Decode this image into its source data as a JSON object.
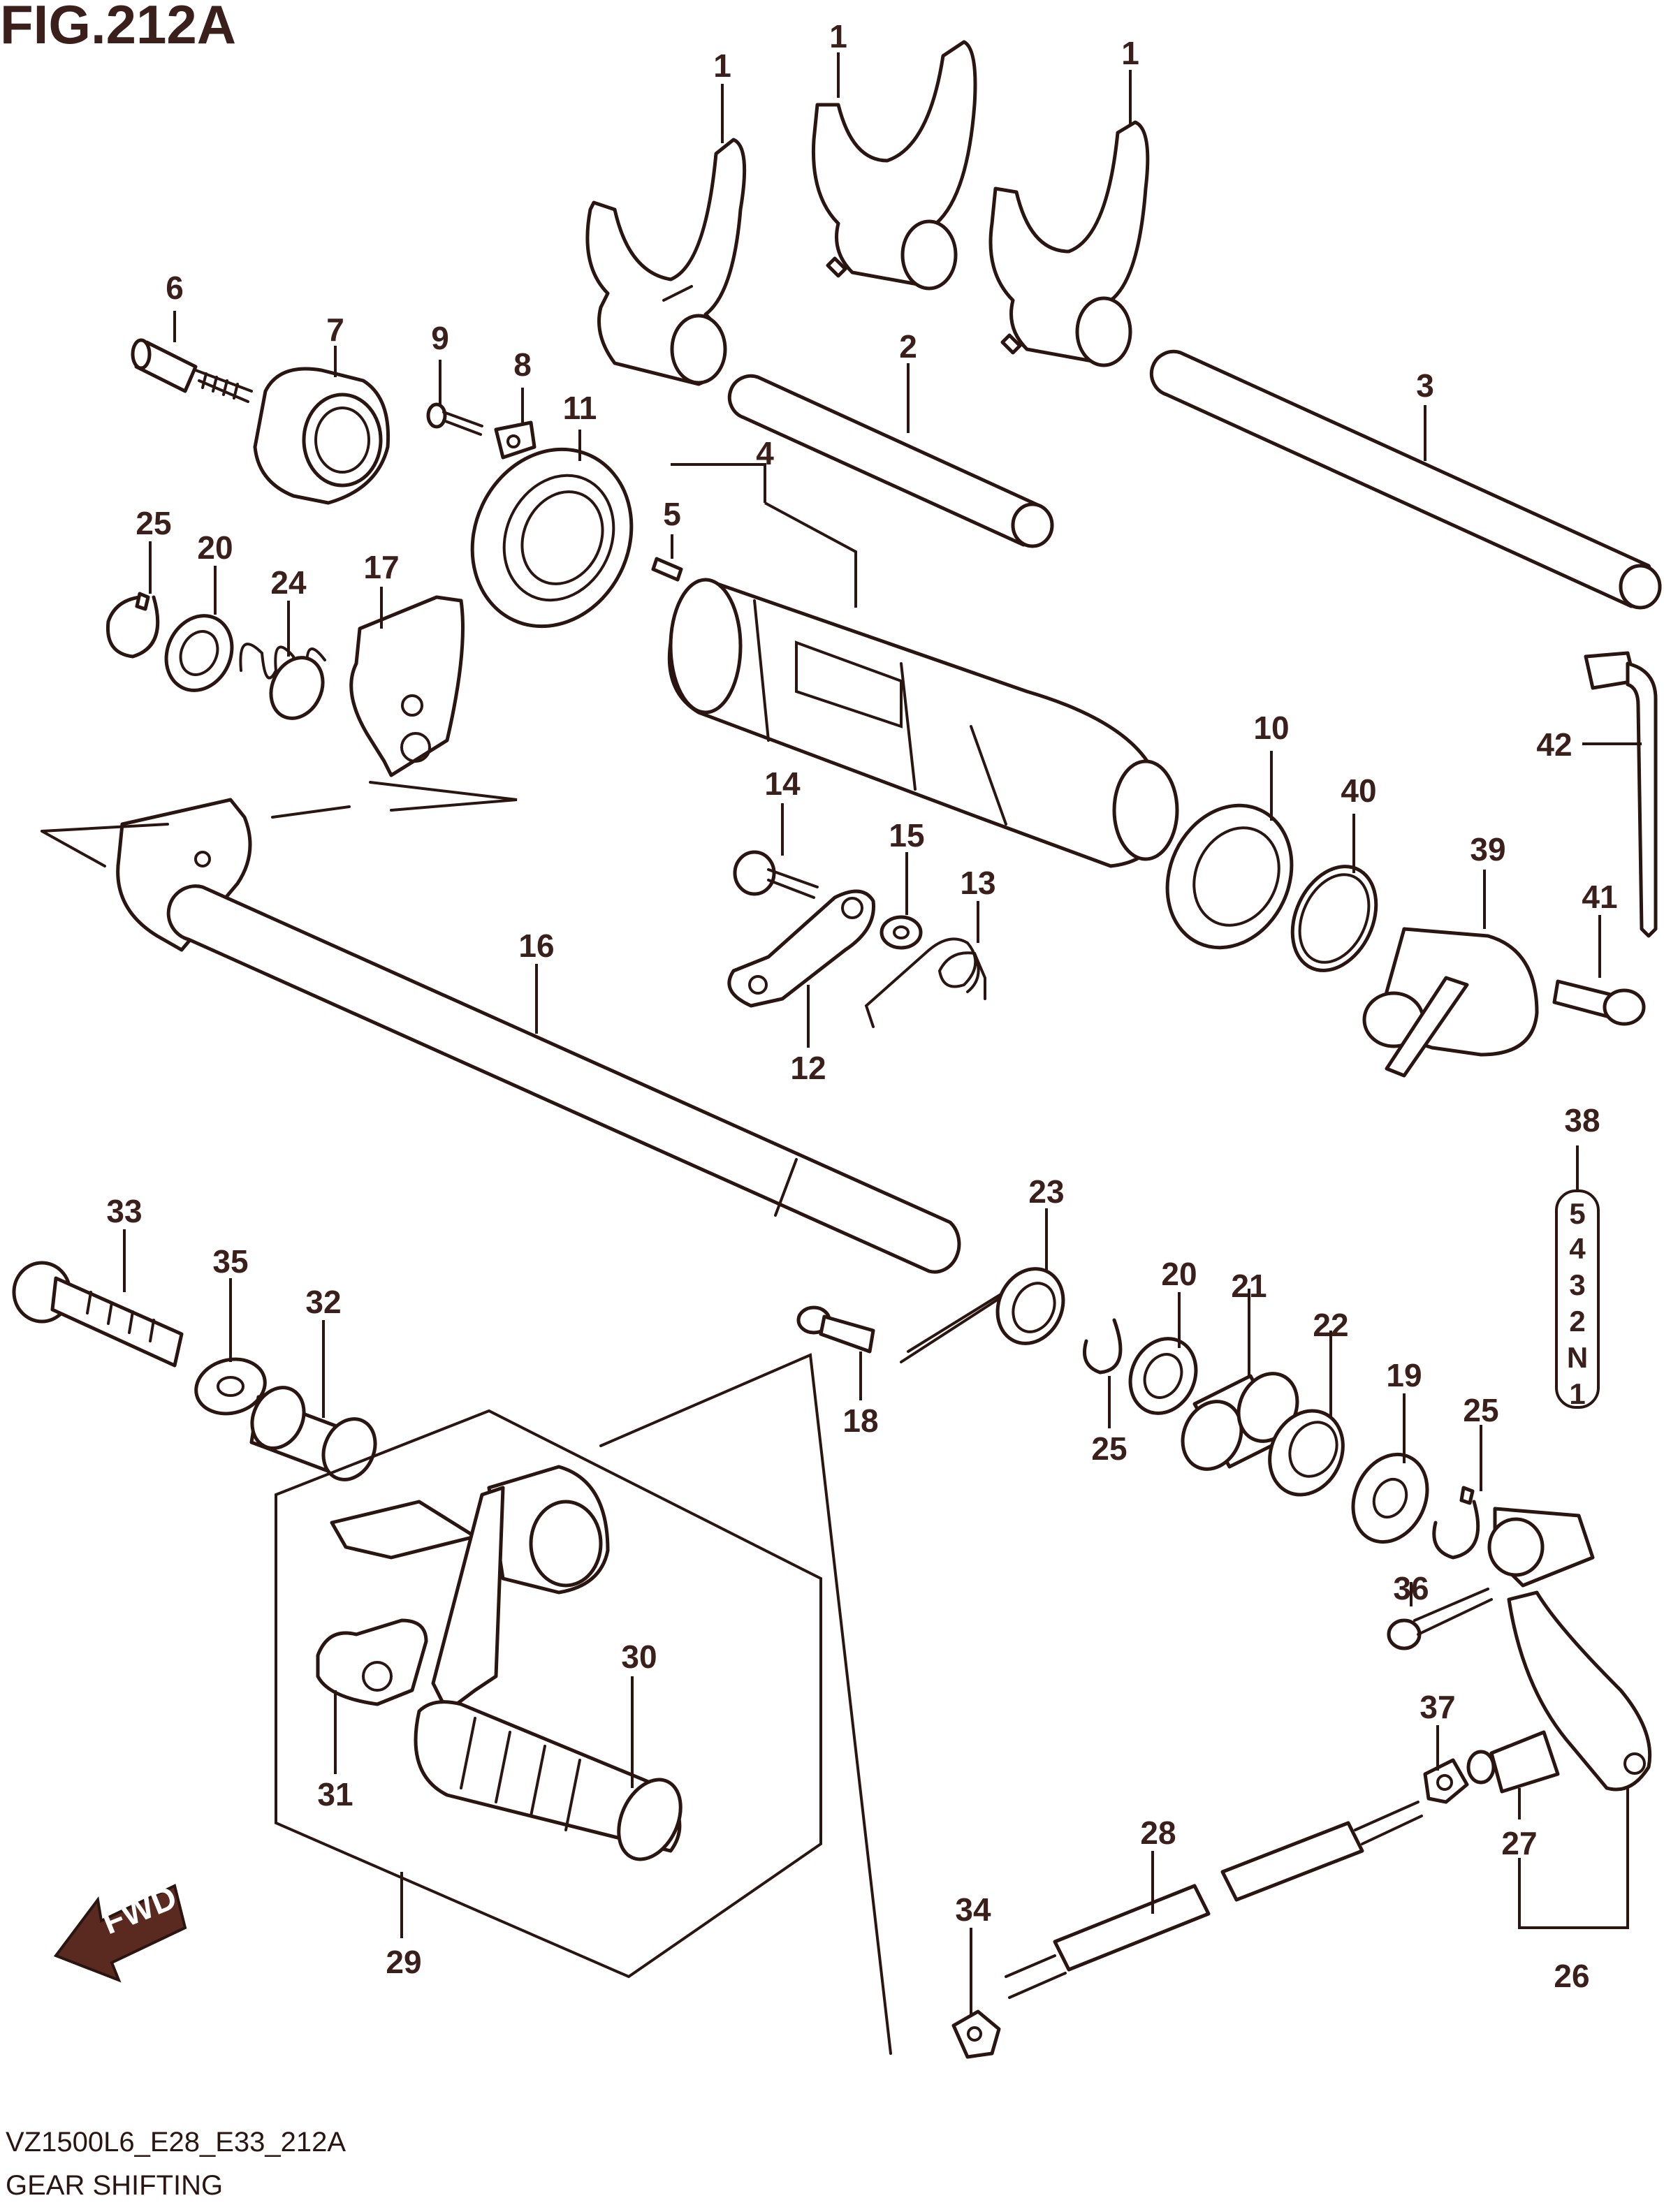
{
  "figure": {
    "title": "FIG.212A",
    "model_code": "VZ1500L6_E28_E33_212A",
    "caption": "GEAR SHIFTING",
    "fwd_label": "FWD"
  },
  "gear_positions": [
    "5",
    "4",
    "3",
    "2",
    "N",
    "1"
  ],
  "callouts": {
    "c1a": "1",
    "c1b": "1",
    "c1c": "1",
    "c2": "2",
    "c3": "3",
    "c4": "4",
    "c5": "5",
    "c6": "6",
    "c7": "7",
    "c8": "8",
    "c9": "9",
    "c10": "10",
    "c11": "11",
    "c12": "12",
    "c13": "13",
    "c14": "14",
    "c15": "15",
    "c16": "16",
    "c17": "17",
    "c18": "18",
    "c19": "19",
    "c20a": "20",
    "c20b": "20",
    "c21": "21",
    "c22": "22",
    "c23": "23",
    "c24": "24",
    "c25a": "25",
    "c25b": "25",
    "c25c": "25",
    "c26": "26",
    "c27": "27",
    "c28": "28",
    "c29": "29",
    "c30": "30",
    "c31": "31",
    "c32": "32",
    "c33": "33",
    "c34": "34",
    "c35": "35",
    "c36": "36",
    "c37": "37",
    "c38": "38",
    "c39": "39",
    "c40": "40",
    "c41": "41",
    "c42": "42"
  },
  "colors": {
    "ink": "#2a1510",
    "label": "#3a1f1a",
    "arrow_fill": "#5a2a20"
  }
}
